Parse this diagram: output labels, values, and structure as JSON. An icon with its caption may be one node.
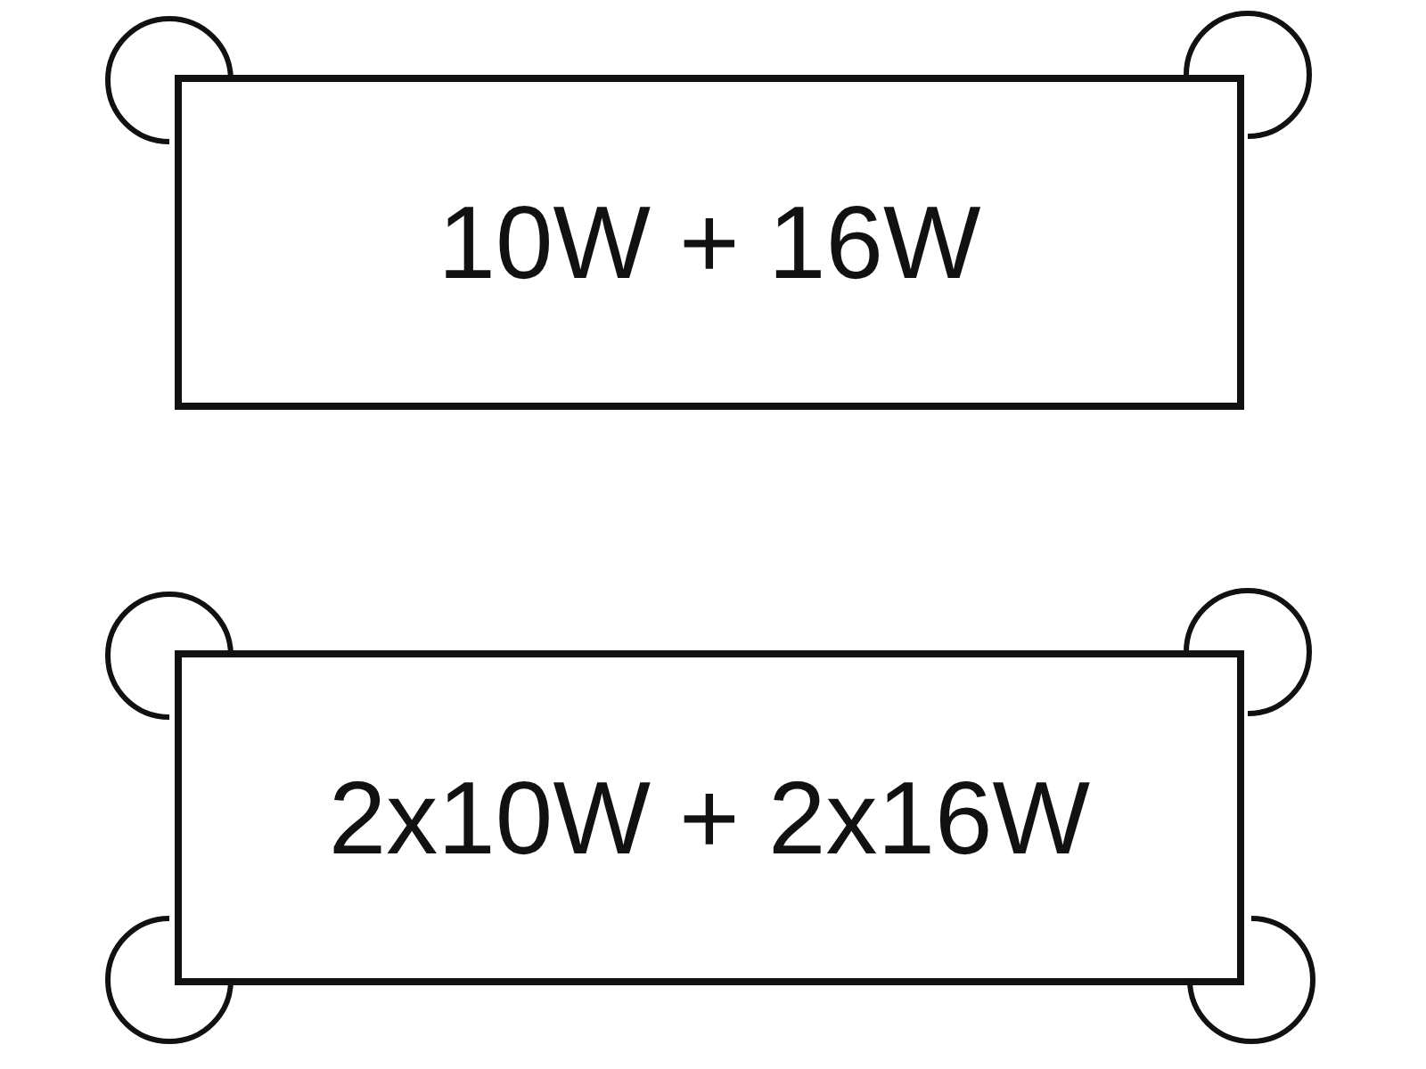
{
  "diagram": {
    "nodes": [
      {
        "text": [],
        "shape": "circle"
      },
      {
        "text": [],
        "shape": "circle"
      },
      {
        "text": [
          "10W + 16W"
        ]
      },
      {
        "text": [],
        "shape": "circle"
      },
      {
        "text": [],
        "shape": "circle"
      },
      {
        "text": [
          "2x10W + 2x16W"
        ]
      },
      {
        "text": [],
        "shape": "circle"
      },
      {
        "text": [],
        "shape": "circle"
      }
    ]
  }
}
